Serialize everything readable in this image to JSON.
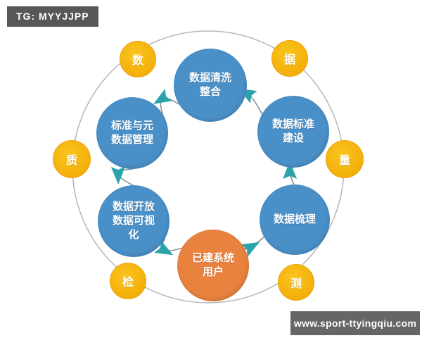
{
  "header": {
    "tg_label": "TG: MYYJJPP"
  },
  "footer": {
    "website": "www.sport-ttyingqiu.com"
  },
  "diagram": {
    "nodes": [
      {
        "label": "数据清洗\n整合",
        "color": "#4a90c8",
        "position": "top"
      },
      {
        "label": "数据标准\n建设",
        "color": "#4a90c8",
        "position": "upper-right"
      },
      {
        "label": "数据梳理",
        "color": "#4a90c8",
        "position": "lower-right"
      },
      {
        "label": "已建系统\n用户",
        "color": "#e8823e",
        "position": "bottom"
      },
      {
        "label": "数据开放\n数据可视\n化",
        "color": "#4a90c8",
        "position": "lower-left"
      },
      {
        "label": "标准与元\n数据管理",
        "color": "#4a90c8",
        "position": "upper-left"
      }
    ],
    "badges": [
      "数",
      "据",
      "质",
      "量",
      "检",
      "测"
    ],
    "flow_order": [
      "数据梳理",
      "数据标准建设",
      "数据清洗整合",
      "标准与元数据管理",
      "数据开放数据可视化",
      "已建系统用户"
    ],
    "colors": {
      "node_blue": "#4a90c8",
      "node_orange": "#e8823e",
      "badge_yellow": "#f6b50f",
      "arrow_teal": "#2ba3ab",
      "ring_gray": "#b3b7ba",
      "connector_gray": "#85898d",
      "tag_bar": "#575757",
      "site_bar": "#666666"
    }
  }
}
